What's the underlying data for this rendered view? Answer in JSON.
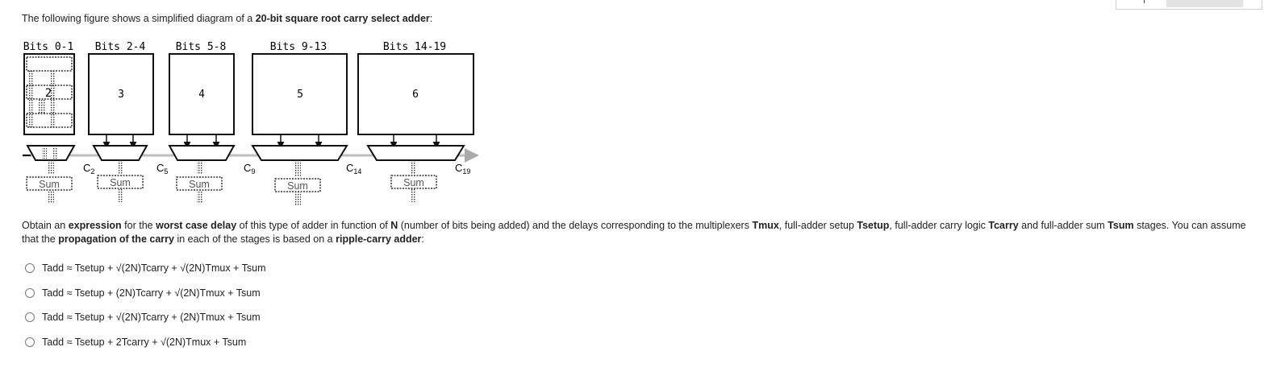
{
  "header": {
    "intro_text": "The following figure shows a simplified diagram of a ",
    "intro_bold": "20-bit square root carry select adder",
    "intro_end": ":"
  },
  "diagram": {
    "stages": [
      {
        "bits_label": "Bits 0-1",
        "size": "2"
      },
      {
        "bits_label": "Bits 2-4",
        "size": "3"
      },
      {
        "bits_label": "Bits 5-8",
        "size": "4"
      },
      {
        "bits_label": "Bits 9-13",
        "size": "5"
      },
      {
        "bits_label": "Bits 14-19",
        "size": "6"
      }
    ],
    "carries": [
      {
        "base": "C",
        "sub": "2"
      },
      {
        "base": "C",
        "sub": "5"
      },
      {
        "base": "C",
        "sub": "9"
      },
      {
        "base": "C",
        "sub": "14"
      },
      {
        "base": "C",
        "sub": "19"
      }
    ],
    "sum_label": "Sum"
  },
  "question": {
    "p1": "Obtain an ",
    "b1": "expression",
    "p2": " for the ",
    "b2": "worst case delay",
    "p3": " of this type of adder in function of ",
    "b3": "N",
    "p4": " (number of bits being added) and the delays corresponding to the multiplexers ",
    "b4": "Tmux",
    "p5": ", full-adder setup ",
    "b5": "Tsetup",
    "p6": ", full-adder carry logic ",
    "b6": "Tcarry",
    "p7": " and full-adder sum ",
    "b7": "Tsum",
    "p8": " stages. You can assume that the ",
    "b8": "propagation of the carry",
    "p9": " in each of the stages is based on a ",
    "b9": "ripple-carry adder",
    "p10": ":"
  },
  "options": [
    "Tadd ≈ Tsetup + √(2N)Tcarry + √(2N)Tmux + Tsum",
    "Tadd ≈ Tsetup + (2N)Tcarry + √(2N)Tmux + Tsum",
    "Tadd ≈ Tsetup + √(2N)Tcarry + (2N)Tmux + Tsum",
    "Tadd ≈ Tsetup + 2Tcarry + √(2N)Tmux + Tsum"
  ]
}
